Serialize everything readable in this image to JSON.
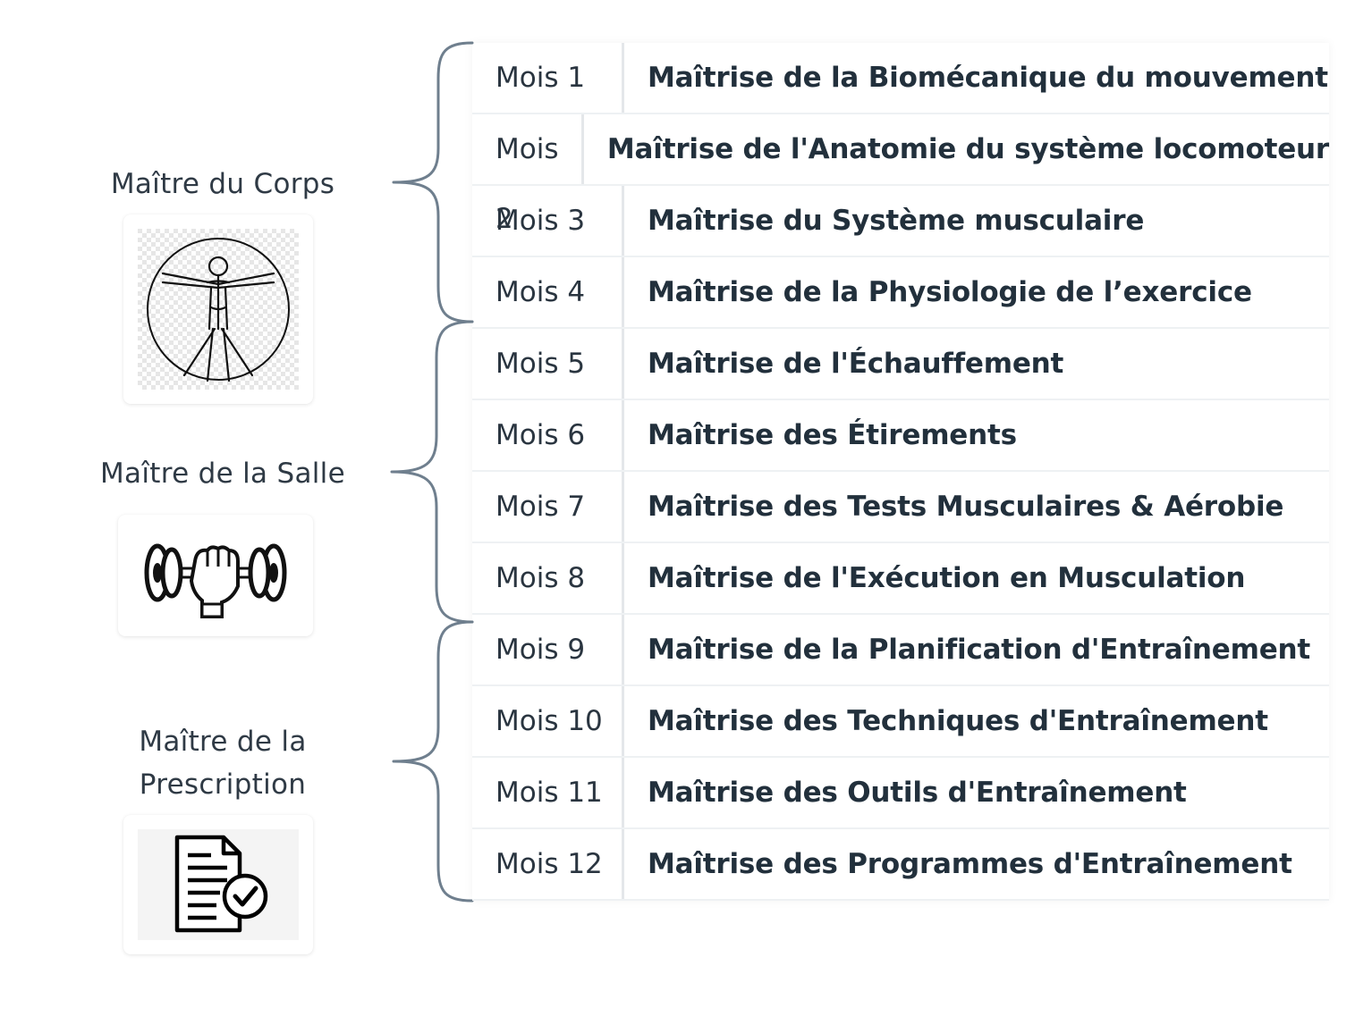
{
  "groups": [
    {
      "label": "Maître du Corps",
      "icon": "vitruvian-man-icon"
    },
    {
      "label": "Maître de la Salle",
      "icon": "dumbbell-fist-icon"
    },
    {
      "label_lines": [
        "Maître de la",
        "Prescription"
      ],
      "icon": "checked-document-icon"
    }
  ],
  "months": [
    {
      "month": "Mois 1",
      "title": "Maîtrise de la Biomécanique du mouvement"
    },
    {
      "month": "Mois 2",
      "title": "Maîtrise de l'Anatomie du système locomoteur"
    },
    {
      "month": "Mois 3",
      "title": "Maîtrise du Système musculaire"
    },
    {
      "month": "Mois 4",
      "title": "Maîtrise de la Physiologie de l’exercice"
    },
    {
      "month": "Mois 5",
      "title": "Maîtrise de l'Échauffement"
    },
    {
      "month": "Mois 6",
      "title": "Maîtrise des Étirements"
    },
    {
      "month": "Mois 7",
      "title": "Maîtrise des Tests Musculaires & Aérobie"
    },
    {
      "month": "Mois 8",
      "title": "Maîtrise de l'Exécution en Musculation"
    },
    {
      "month": "Mois 9",
      "title": "Maîtrise de la Planification d'Entraînement"
    },
    {
      "month": "Mois 10",
      "title": "Maîtrise des Techniques d'Entraînement"
    },
    {
      "month": "Mois 11",
      "title": "Maîtrise des Outils d'Entraînement"
    },
    {
      "month": "Mois 12",
      "title": "Maîtrise des Programmes d'Entraînement"
    }
  ],
  "colors": {
    "brace": "#6f7f8e",
    "text": "#27323d",
    "divider": "#e4e7ea"
  }
}
